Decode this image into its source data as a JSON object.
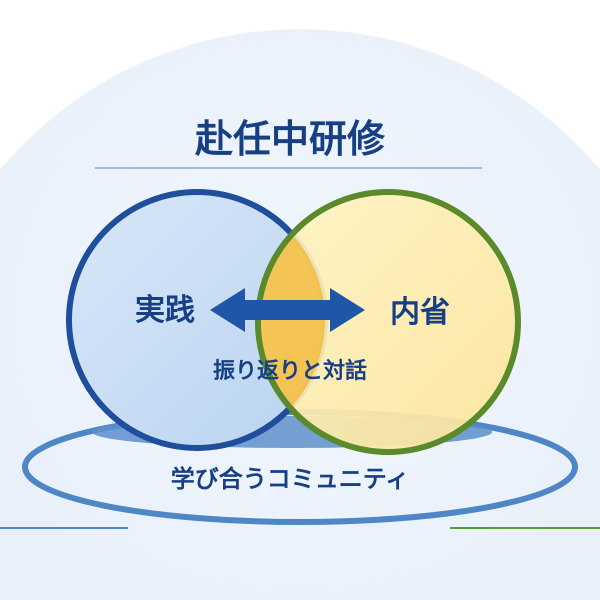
{
  "title": "赴任中研修",
  "left_circle": {
    "label": "実践",
    "color": "#1f4e9c"
  },
  "right_circle": {
    "label": "内省",
    "color": "#5a8a2a"
  },
  "center_label": "振り返りと対話",
  "base_label": "学び合うコミュニティ",
  "colors": {
    "text": "#173f86",
    "accent": "#f2b531",
    "ellipse": "#4f86c6"
  }
}
